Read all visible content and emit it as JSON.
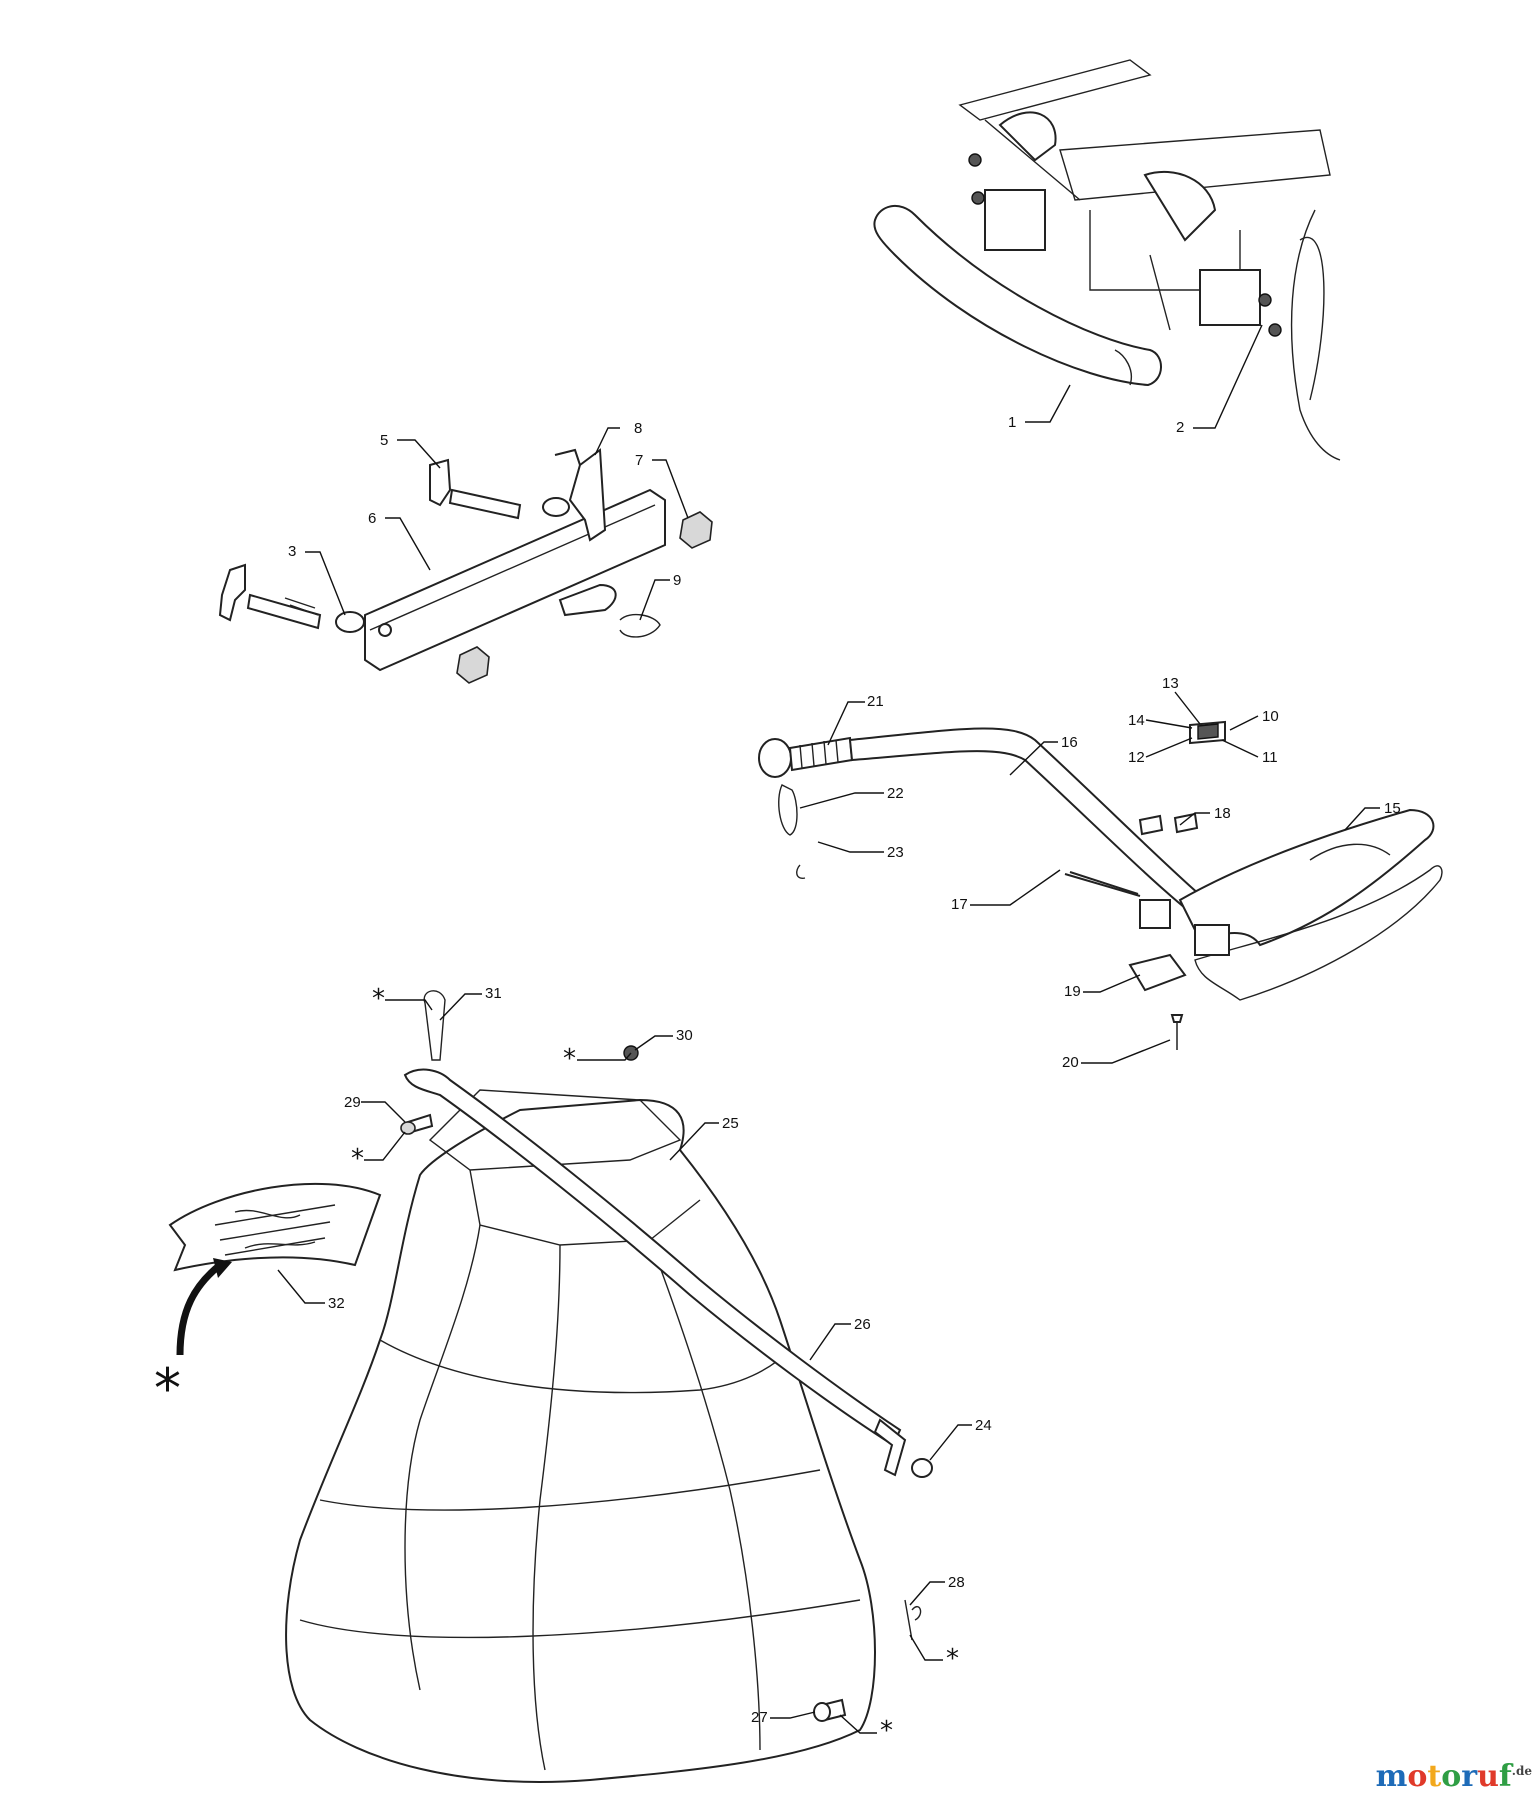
{
  "diagram": {
    "callouts": [
      "1",
      "2",
      "3",
      "5",
      "6",
      "7",
      "8",
      "9",
      "10",
      "11",
      "12",
      "13",
      "14",
      "15",
      "16",
      "17",
      "18",
      "19",
      "20",
      "21",
      "22",
      "23",
      "24",
      "25",
      "26",
      "27",
      "28",
      "29",
      "30",
      "31",
      "32"
    ],
    "asterisk": "*"
  },
  "watermark": {
    "letters": [
      "m",
      "o",
      "t",
      "o",
      "r",
      "u",
      "f"
    ],
    "colors": [
      "#1e6bb8",
      "#e03a2a",
      "#f2a81d",
      "#2f9e44",
      "#1e6bb8",
      "#e03a2a",
      "#2f9e44"
    ],
    "suffix": ".de"
  }
}
